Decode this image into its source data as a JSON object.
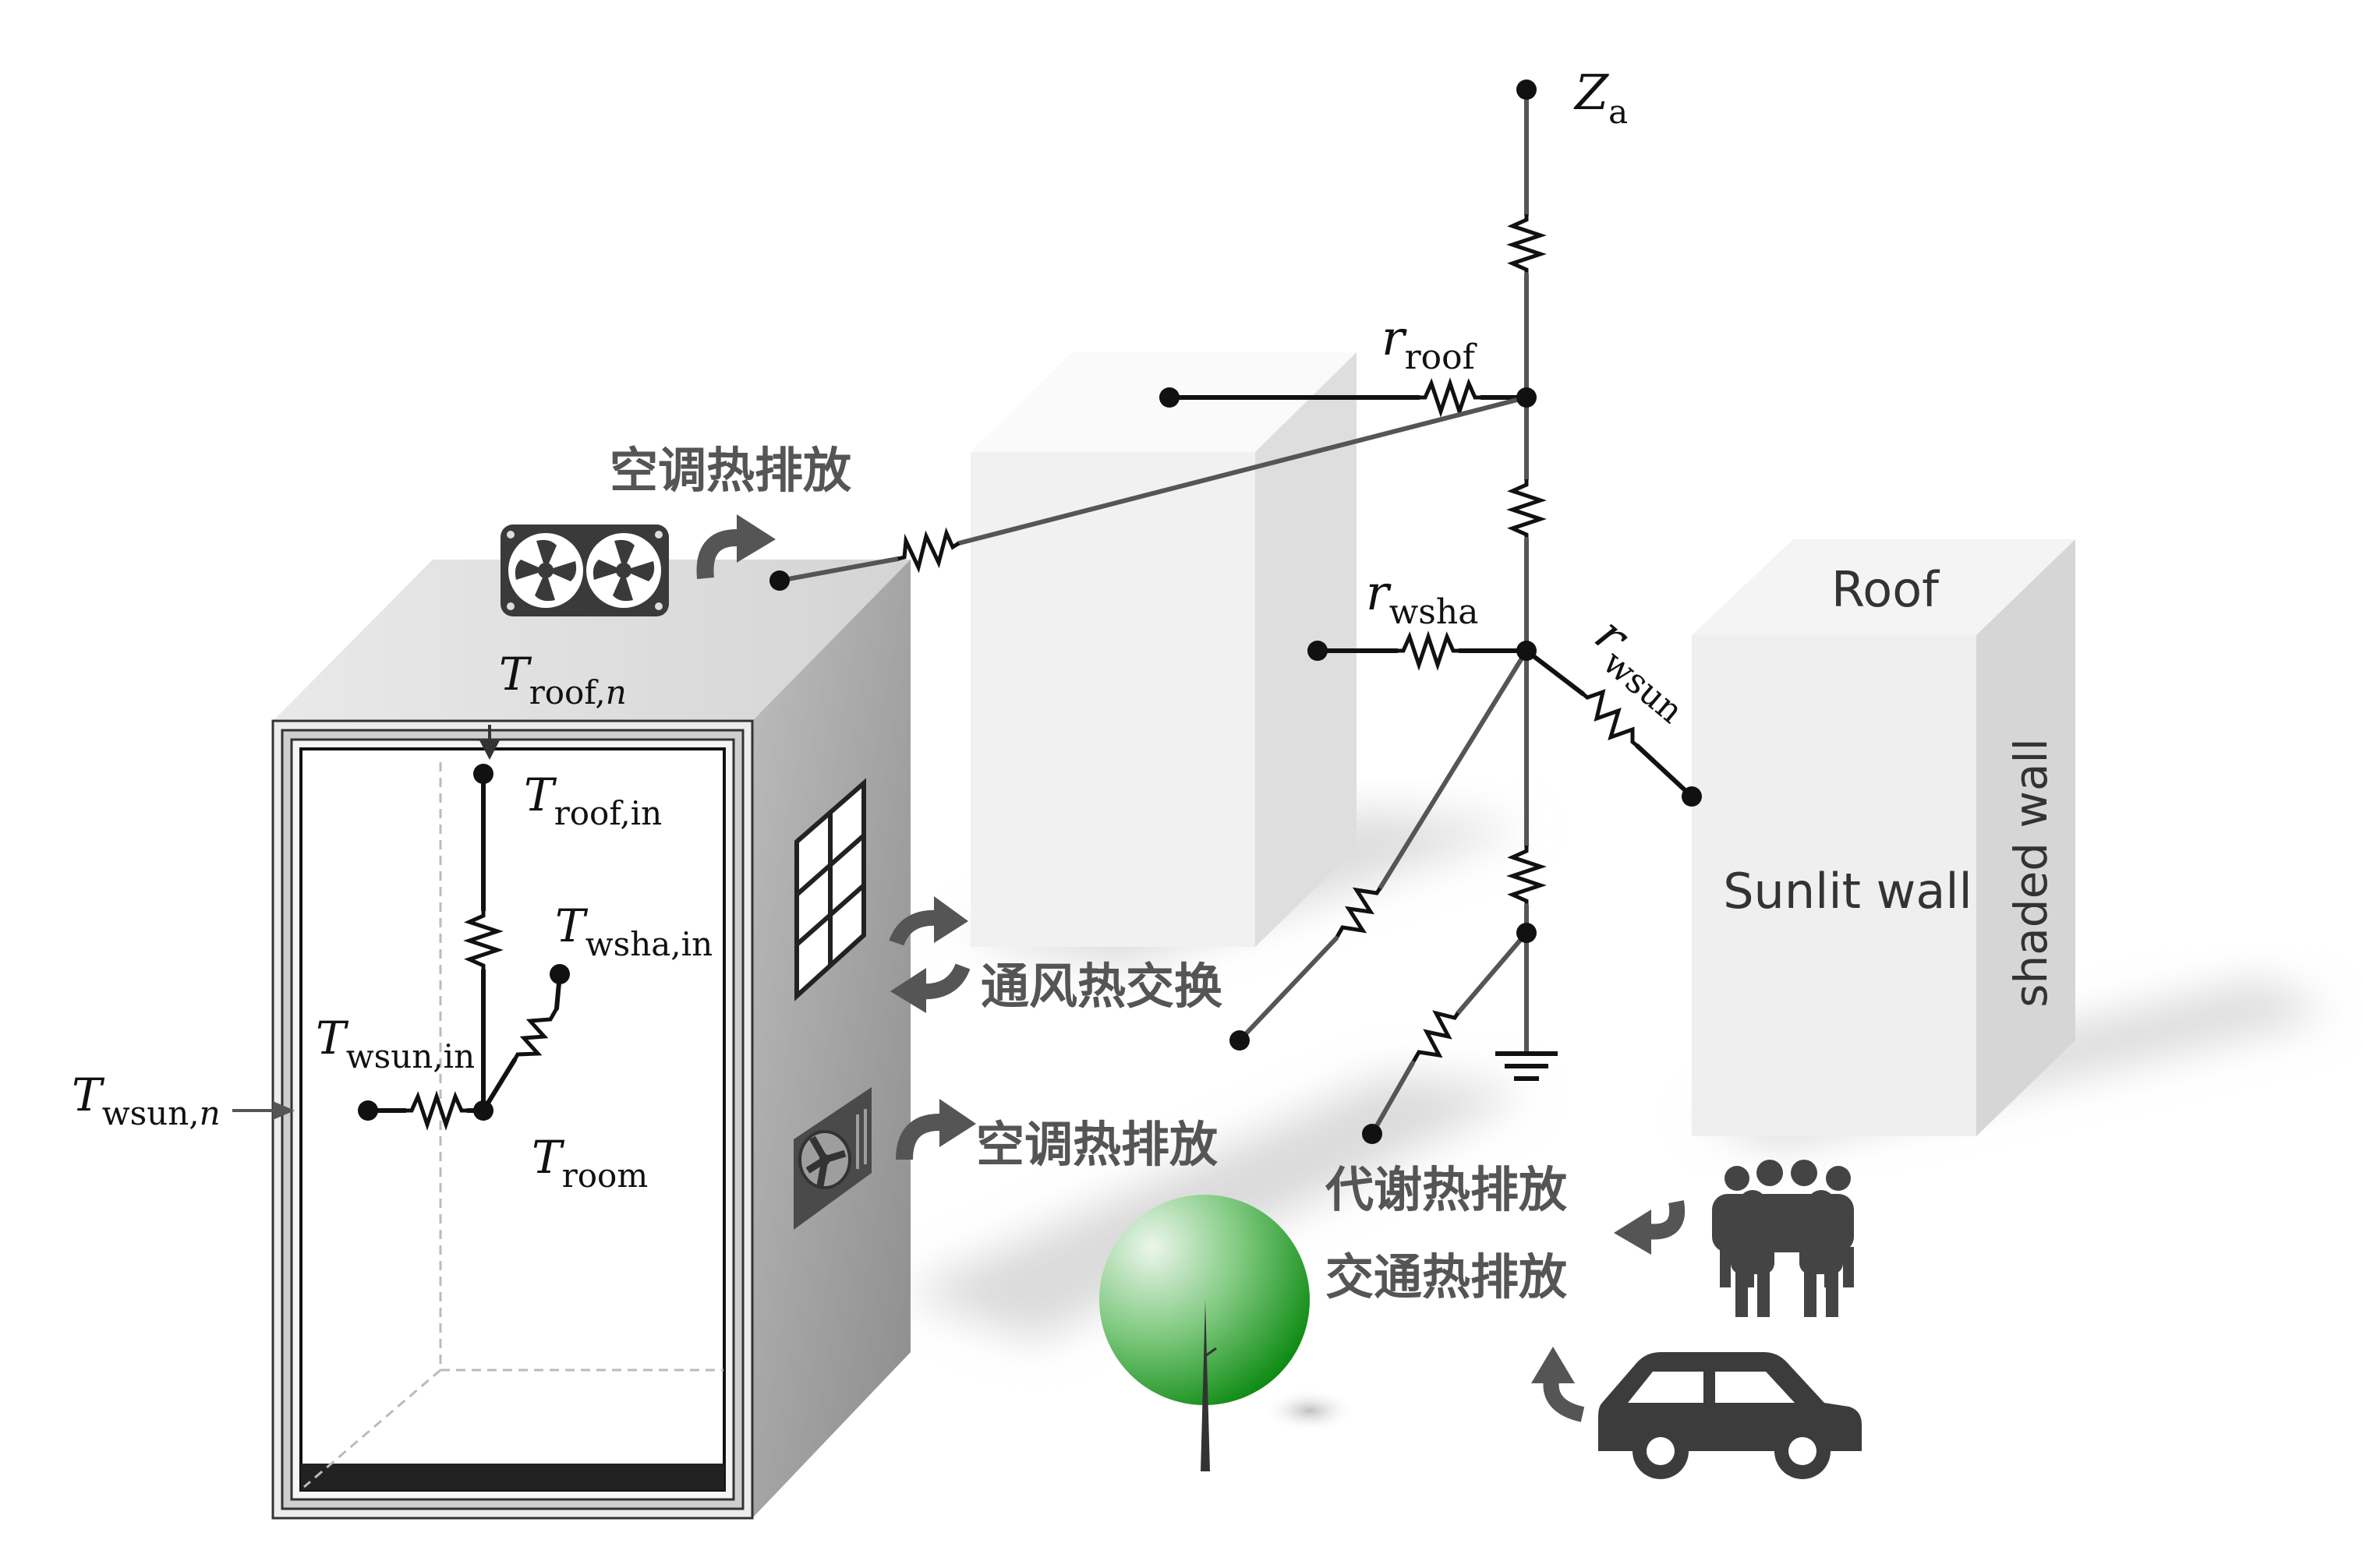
{
  "labels": {
    "z_a": {
      "main": "Z",
      "sub": "a"
    },
    "r_roof": {
      "main": "r",
      "sub": "roof"
    },
    "r_wsha": {
      "main": "r",
      "sub": "wsha"
    },
    "r_wsun": {
      "main": "r",
      "sub": "wsun"
    },
    "t_roof_n": {
      "main": "T",
      "sub": "roof,",
      "sub_italic": "n"
    },
    "t_roof_in": {
      "main": "T",
      "sub": "roof,in"
    },
    "t_wsha_in": {
      "main": "T",
      "sub": "wsha,in"
    },
    "t_wsun_in": {
      "main": "T",
      "sub": "wsun,in"
    },
    "t_wsun_n": {
      "main": "T",
      "sub": "wsun,",
      "sub_italic": "n"
    },
    "t_room": {
      "main": "T",
      "sub": "room"
    }
  },
  "heat_sources": {
    "ac_roof": "空调热排放",
    "ventilation": "通风热交换",
    "ac_wall": "空调热排放",
    "metabolic": "代谢热排放",
    "traffic": "交通热排放"
  },
  "building_faces": {
    "roof": "Roof",
    "sunlit_wall": "Sunlit wall",
    "shaded_wall": "shaded wall"
  },
  "icons": [
    "dual-fan-icon",
    "window-icon",
    "ac-unit-icon",
    "people-group-icon",
    "car-icon",
    "tree-icon",
    "ground-icon"
  ],
  "colors": {
    "wire": "#111111",
    "icon_grey": "#555555",
    "tree_green": "#2e9e2e"
  }
}
